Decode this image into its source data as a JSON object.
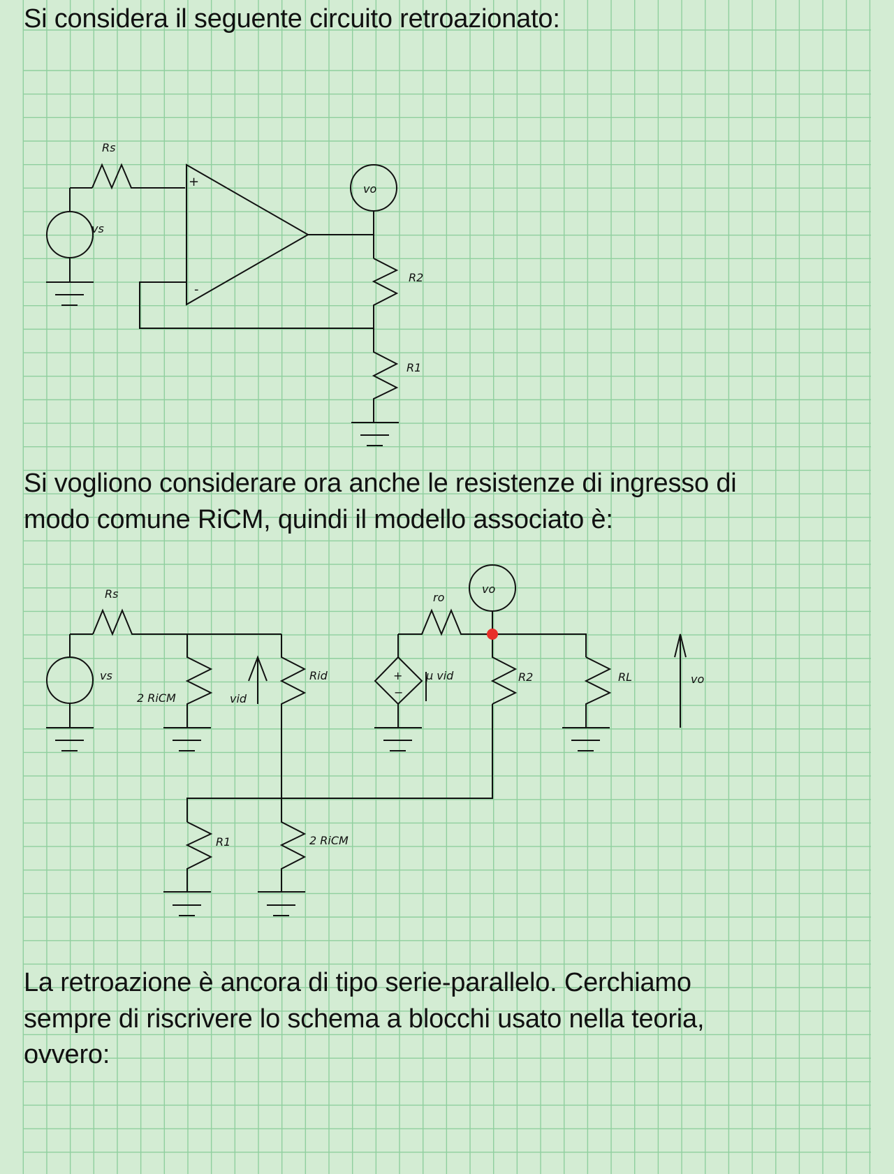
{
  "page": {
    "background_color": "#d3ecd3",
    "grid_color": "#8fcf9e",
    "ink_color": "#111111",
    "node_marker_color": "#e8302a"
  },
  "text": {
    "intro": "Si considera il seguente circuito retroazionato:",
    "model_line1": "Si vogliono considerare ora anche le resistenze di ingresso di",
    "model_line2": "modo comune RiCM, quindi il modello associato è:",
    "conclusion_line1": "La retroazione è ancora di tipo serie-parallelo. Cerchiamo",
    "conclusion_line2": "sempre di riscrivere lo schema a blocchi usato nella teoria,",
    "conclusion_line3": "ovvero:"
  },
  "circuit1": {
    "labels": {
      "rs": "Rs",
      "vs": "vs",
      "vo_probe": "vo",
      "r2": "R2",
      "r1": "R1",
      "opamp_plus": "+",
      "opamp_minus": "-"
    }
  },
  "circuit2": {
    "labels": {
      "rs": "Rs",
      "vs": "vs",
      "ricm_left": "2 RiCM",
      "vid": "vid",
      "rid": "Rid",
      "ro": "ro",
      "vo_probe": "vo",
      "dep_source": "μ vid",
      "dep_plus": "+",
      "dep_minus": "−",
      "r2": "R2",
      "rl": "RL",
      "vo_arrow": "vo",
      "r1": "R1",
      "ricm_bottom": "2 RiCM"
    }
  }
}
